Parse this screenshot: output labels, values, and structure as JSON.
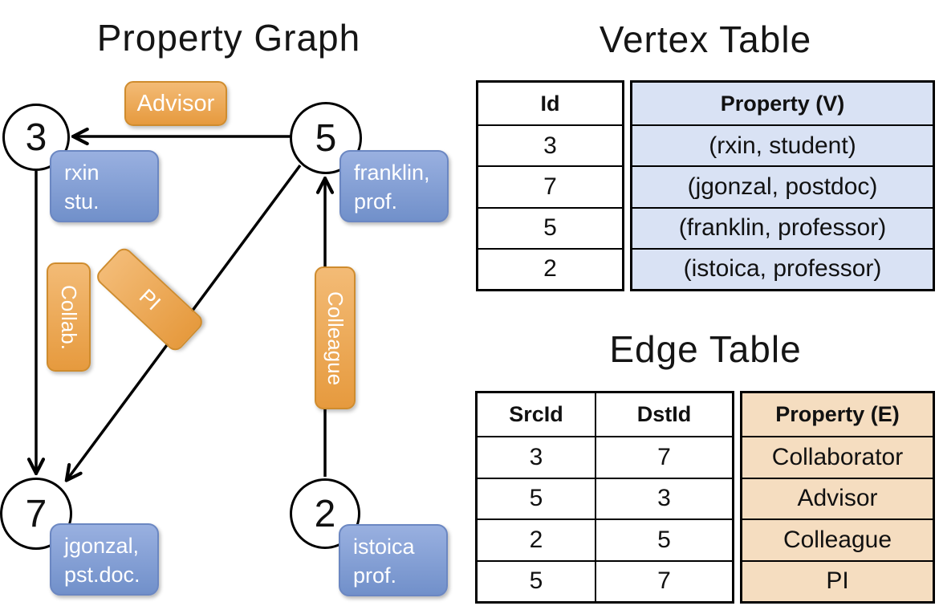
{
  "graph": {
    "title": "Property Graph",
    "nodes": [
      {
        "id": "3",
        "label_line1": "rxin",
        "label_line2": "stu."
      },
      {
        "id": "5",
        "label_line1": "franklin,",
        "label_line2": "prof."
      },
      {
        "id": "7",
        "label_line1": "jgonzal,",
        "label_line2": "pst.doc."
      },
      {
        "id": "2",
        "label_line1": "istoica",
        "label_line2": "prof."
      }
    ],
    "edge_labels": {
      "advisor": "Advisor",
      "collab": "Collab.",
      "pi": "PI",
      "colleague": "Colleague"
    }
  },
  "vertex_table": {
    "title": "Vertex Table",
    "headers": {
      "id": "Id",
      "property": "Property (V)"
    },
    "rows": [
      {
        "id": "3",
        "property": "(rxin, student)"
      },
      {
        "id": "7",
        "property": "(jgonzal, postdoc)"
      },
      {
        "id": "5",
        "property": "(franklin, professor)"
      },
      {
        "id": "2",
        "property": "(istoica, professor)"
      }
    ]
  },
  "edge_table": {
    "title": "Edge Table",
    "headers": {
      "src": "SrcId",
      "dst": "DstId",
      "property": "Property (E)"
    },
    "rows": [
      {
        "src": "3",
        "dst": "7",
        "property": "Collaborator"
      },
      {
        "src": "5",
        "dst": "3",
        "property": "Advisor"
      },
      {
        "src": "2",
        "dst": "5",
        "property": "Colleague"
      },
      {
        "src": "5",
        "dst": "7",
        "property": "PI"
      }
    ]
  },
  "colors": {
    "edge_label_orange": "#EA9F45",
    "vertex_label_blue": "#7E9CD4",
    "vertex_cell_bg": "#D9E2F4",
    "edge_cell_bg": "#F5DDC0",
    "line_black": "#000000"
  }
}
